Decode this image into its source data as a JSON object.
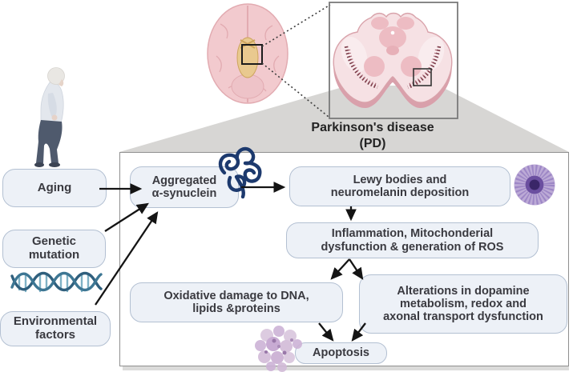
{
  "title": {
    "disease_label": "Parkinson's disease\n(PD)"
  },
  "factors": {
    "aging": "Aging",
    "genetic_mutation": "Genetic\nmutation",
    "environmental": "Environmental\nfactors"
  },
  "flow": {
    "aggregated_synuclein": "Aggregated\nα-synuclein",
    "lewy_bodies": "Lewy bodies and\nneuromelanin deposition",
    "inflammation": "Inflammation, Mitochonderial\ndysfunction & generation of ROS",
    "oxidative_damage": "Oxidative damage to DNA,\nlipids &proteins",
    "alterations": "Alterations in dopamine\nmetabolism, redox and\naxonal transport dysfunction",
    "apoptosis": "Apoptosis"
  },
  "icons": {
    "person": "elderly-stooped-person-icon",
    "brain": "brain-inferior-view-icon",
    "midbrain": "midbrain-section-icon",
    "synuclein": "protein-aggregate-squiggle-icon",
    "lewy_body": "lewy-body-inclusion-icon",
    "dna": "dna-double-helix-icon",
    "apoptotic_cells": "apoptotic-cell-cluster-icon",
    "zoom_indicator": "zoom-region-dotted-lines-icon"
  },
  "colors": {
    "box_fill": "#edf1f7",
    "box_border": "#b3c0d2",
    "box_text": "#3a3a40",
    "arrow": "#141414",
    "panel_border": "#8f8f8f",
    "projection_gray": "#d7d6d4",
    "brain_pink": "#f2cace",
    "midbrain_pink": "#f6e1e4",
    "nigra_maroon": "#7d3d4a",
    "lewy_purple": "#6b4fa0",
    "dna_teal": "#2f5f7d",
    "synuclein_navy": "#1d3a6e"
  }
}
